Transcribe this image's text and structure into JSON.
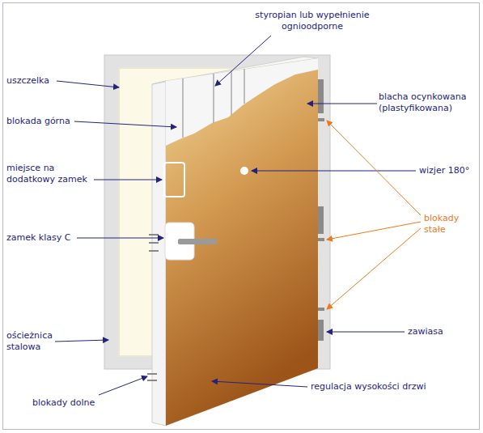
{
  "diagram": {
    "labels": [
      "styropian lub wypełnienie ognioodporne",
      "uszczelka",
      "blacha ocynkowana (plastyfikowana)",
      "blokada górna",
      "miejsce na dodatkowy zamek",
      "wizjer 180°",
      "blokady stałe",
      "zamek klasy C",
      "ościeżnica stalowa",
      "zawiasa",
      "blokady dolne",
      "regulacja wysokości drzwi"
    ]
  }
}
